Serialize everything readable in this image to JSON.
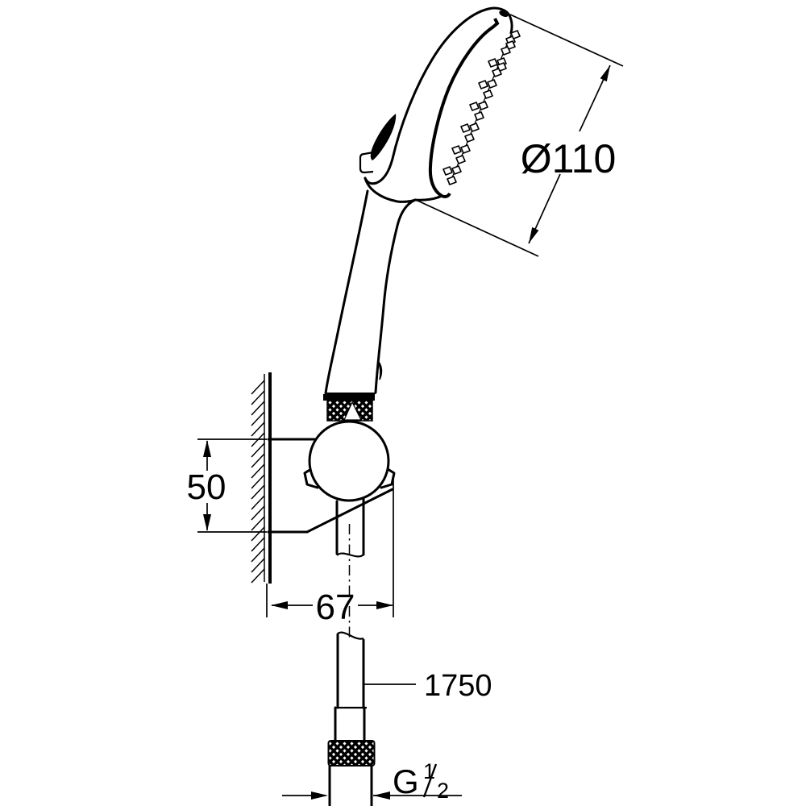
{
  "drawing": {
    "colors": {
      "line": "#000000",
      "background": "#ffffff"
    },
    "dimensions": {
      "head_diameter": "Ø110",
      "holder_height": "50",
      "holder_offset": "67",
      "hose_length": "1750",
      "thread": {
        "prefix": "G",
        "numerator": "1",
        "denominator": "2"
      }
    }
  }
}
